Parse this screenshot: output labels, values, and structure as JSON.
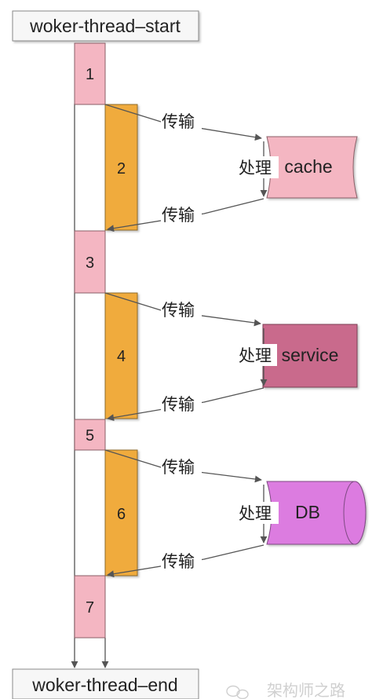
{
  "start_label": "woker-thread–start",
  "end_label": "woker-thread–end",
  "steps": [
    "1",
    "2",
    "3",
    "4",
    "5",
    "6",
    "7"
  ],
  "transfer_label": "传输",
  "process_label": "处理",
  "services": [
    "cache",
    "service",
    "DB"
  ],
  "watermark": "架构师之路",
  "colors": {
    "step_pink": "#f4b6c2",
    "step_orange": "#f0ab3c",
    "cache_fill": "#f4b6c2",
    "service_fill": "#c96b8c",
    "db_fill": "#dc7be0",
    "arrow": "#555555"
  }
}
